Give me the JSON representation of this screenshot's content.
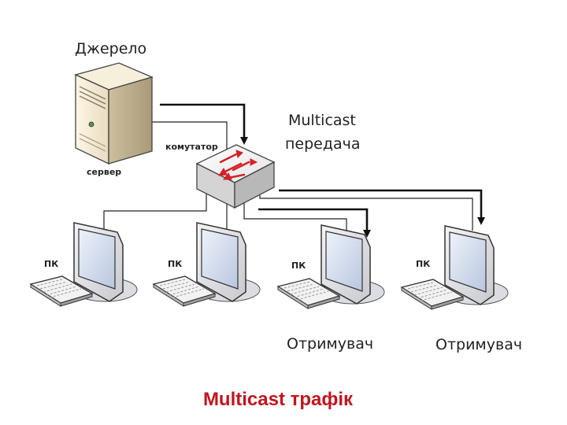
{
  "labels": {
    "source": "Джерело",
    "server": "сервер",
    "switch": "комутатор",
    "transmission_line1": "Multicast",
    "transmission_line2": "передача",
    "pc": "ПК",
    "receiver": "Отримувач",
    "title": "Multicast трафік"
  },
  "colors": {
    "title": "#c0161e",
    "arrow": "#d42127",
    "link": "#222222"
  },
  "icons": {
    "server": "server-icon",
    "switch": "switch-icon",
    "pc": "pc-monitor-icon",
    "keyboard": "keyboard-icon"
  }
}
